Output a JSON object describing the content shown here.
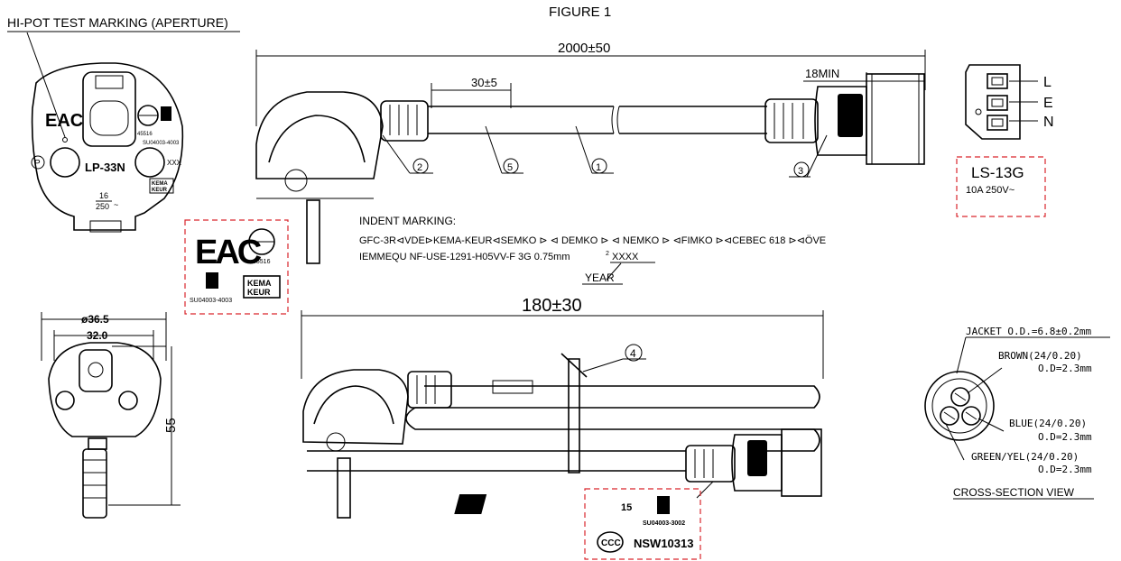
{
  "figure": {
    "title": "FIGURE 1",
    "hipot_label": "HI-POT TEST MARKING  (APERTURE)",
    "plug_model": "LP-33N",
    "plug_cert_num": "45516",
    "plug_kc_code": "SU04003-4003",
    "plug_xxx": "XXX",
    "plug_p": "P",
    "plug_rating_top": "16",
    "plug_rating_bottom": "250",
    "plug_tilde": "~",
    "kema_top": "KEMA",
    "kema_bottom": "KEUR",
    "eac": "EAC",
    "length_dim": "2000±50",
    "strip_dim": "30±5",
    "min_dim": "18MIN",
    "callout_1": "1",
    "callout_2": "2",
    "callout_3": "3",
    "callout_4": "4",
    "callout_5": "5",
    "connector_model": "LS-13G",
    "connector_rating": "10A 250V~",
    "pin_l": "L",
    "pin_e": "E",
    "pin_n": "N",
    "indent_title": "INDENT MARKING:",
    "indent_line1": "GFC-3R⊲VDE⊳KEMA-KEUR⊲SEMKO ⊳ ⊲ DEMKO ⊳ ⊲ NEMKO ⊳ ⊲FIMKO  ⊳⊲CEBEC 618  ⊳⊲ÖVE",
    "indent_line2": "IEMMEQU NF-USE-1291-H05VV-F 3G 0.75mm",
    "indent_xxxx": "XXXX",
    "indent_sup": "2",
    "year_label": "YEAR",
    "red_box1_num": "45516",
    "red_box1_code": "SU04003-4003",
    "dia_outer": "ø36.5",
    "dia_inner": "32.0",
    "height_dim": "55",
    "bundle_dim": "180±30",
    "cs_jacket": "JACKET  O.D.=6.8±0.2mm",
    "cs_brown": "BROWN(24/0.20)",
    "cs_brown_od": "O.D=2.3mm",
    "cs_blue": "BLUE(24/0.20)",
    "cs_blue_od": "O.D=2.3mm",
    "cs_green": "GREEN/YEL(24/0.20)",
    "cs_green_od": "O.D=2.3mm",
    "cs_view": "CROSS-SECTION VIEW",
    "red_box2_15": "15",
    "red_box2_code": "SU04003-3002",
    "red_box2_nsw": "NSW10313",
    "ccc": "CCC"
  }
}
